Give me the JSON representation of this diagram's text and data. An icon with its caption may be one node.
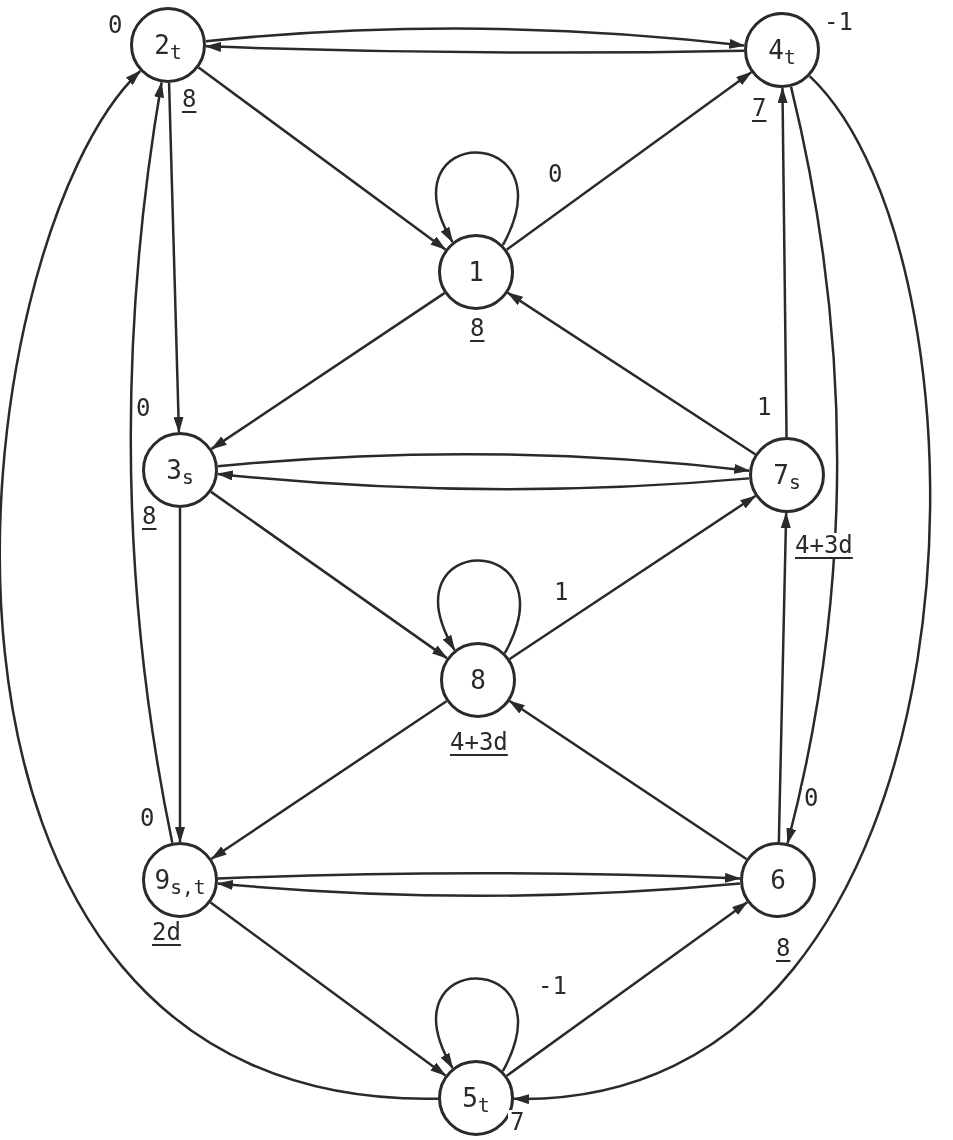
{
  "diagram": {
    "nodes": [
      {
        "text": [
          "2$_{t}$"
        ],
        "beside": [
          "0",
          "8"
        ]
      },
      {
        "text": [
          "4$_{t}$"
        ],
        "beside": [
          "-1",
          "7"
        ]
      },
      {
        "text": [
          "1"
        ],
        "beside": [
          "0",
          "8"
        ]
      },
      {
        "text": [
          "3$_{s}$"
        ],
        "beside": [
          "0",
          "8"
        ]
      },
      {
        "text": [
          "7$_{s}$"
        ],
        "beside": [
          "1",
          "4+3d"
        ]
      },
      {
        "text": [
          "8"
        ],
        "beside": [
          "1",
          "4+3d"
        ]
      },
      {
        "text": [
          "9$_{s,t}$"
        ],
        "beside": [
          "0",
          "2d"
        ]
      },
      {
        "text": [
          "6"
        ],
        "beside": [
          "0",
          "8"
        ]
      },
      {
        "text": [
          "5$_{t}$"
        ],
        "beside": [
          "-1",
          "7"
        ]
      }
    ],
    "edges": [
      {
        "from": 0,
        "to": 1,
        "arrow": "to"
      },
      {
        "from": 1,
        "to": 0,
        "arrow": "to"
      },
      {
        "from": 0,
        "to": 2,
        "arrow": "to"
      },
      {
        "from": 2,
        "to": 2,
        "arrow": "to"
      },
      {
        "from": 2,
        "to": 1,
        "arrow": "to"
      },
      {
        "from": 0,
        "to": 3,
        "arrow": "to"
      },
      {
        "from": 2,
        "to": 3,
        "arrow": "to"
      },
      {
        "from": 4,
        "to": 2,
        "arrow": "to"
      },
      {
        "from": 3,
        "to": 4,
        "arrow": "to"
      },
      {
        "from": 4,
        "to": 3,
        "arrow": "to"
      },
      {
        "from": 4,
        "to": 1,
        "arrow": "to"
      },
      {
        "from": 1,
        "to": 7,
        "arrow": "to"
      },
      {
        "from": 1,
        "to": 8,
        "arrow": "to"
      },
      {
        "from": 3,
        "to": 5,
        "arrow": "to"
      },
      {
        "from": 3,
        "to": 6,
        "arrow": "to"
      },
      {
        "from": 5,
        "to": 5,
        "arrow": "to"
      },
      {
        "from": 5,
        "to": 4,
        "arrow": "to"
      },
      {
        "from": 7,
        "to": 4,
        "arrow": "to"
      },
      {
        "from": 7,
        "to": 5,
        "arrow": "to"
      },
      {
        "from": 5,
        "to": 6,
        "arrow": "to"
      },
      {
        "from": 6,
        "to": 0,
        "arrow": "to"
      },
      {
        "from": 8,
        "to": 0,
        "arrow": "to"
      },
      {
        "from": 6,
        "to": 7,
        "arrow": "to"
      },
      {
        "from": 7,
        "to": 6,
        "arrow": "to"
      },
      {
        "from": 6,
        "to": 8,
        "arrow": "to"
      },
      {
        "from": 8,
        "to": 7,
        "arrow": "to"
      },
      {
        "from": 8,
        "to": 8,
        "arrow": "to"
      }
    ]
  }
}
